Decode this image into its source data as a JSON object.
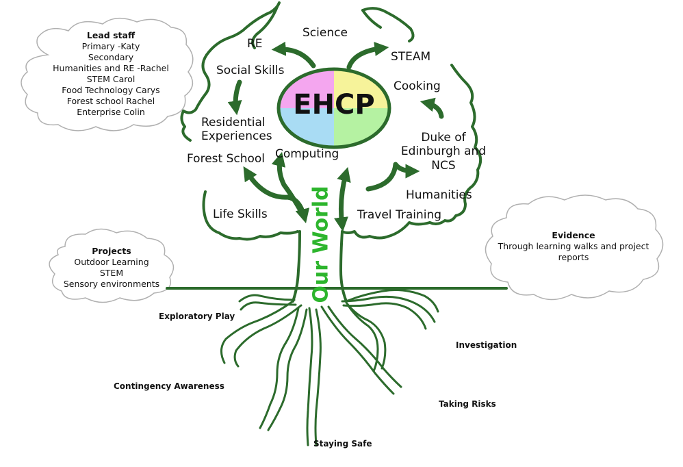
{
  "center": {
    "title": "EHCP",
    "quadrant_colors": [
      "#f4a6ef",
      "#f6f39a",
      "#a9dcf4",
      "#b5f2a2"
    ]
  },
  "trunk": {
    "label": "Our World",
    "color": "#2db52d"
  },
  "branches": {
    "re": "RE",
    "science": "Science",
    "steam": "STEAM",
    "social_skills": "Social Skills",
    "cooking": "Cooking",
    "residential_line1": "Residential",
    "residential_line2": "Experiences",
    "duke_line1": "Duke of",
    "duke_line2": "Edinburgh and",
    "duke_line3": "NCS",
    "forest_school": "Forest School",
    "computing": "Computing",
    "humanities": "Humanities",
    "life_skills": "Life Skills",
    "travel_training": "Travel Training"
  },
  "roots": {
    "exploratory_play": "Exploratory Play",
    "investigation": "Investigation",
    "contingency_awareness": "Contingency Awareness",
    "taking_risks": "Taking Risks",
    "staying_safe": "Staying Safe"
  },
  "lead_staff": {
    "title": "Lead staff",
    "lines": [
      "Primary -Katy",
      "Secondary",
      "Humanities and RE -Rachel",
      "STEM Carol",
      "Food Technology Carys",
      "Forest school Rachel",
      "Enterprise Colin"
    ]
  },
  "projects": {
    "title": "Projects",
    "lines": [
      "Outdoor Learning",
      "STEM",
      "Sensory environments"
    ]
  },
  "evidence": {
    "title": "Evidence",
    "lines": [
      "Through learning walks and project",
      "reports"
    ]
  },
  "colors": {
    "tree": "#2c6b2c",
    "cloud_stroke": "#b0b0b0"
  }
}
